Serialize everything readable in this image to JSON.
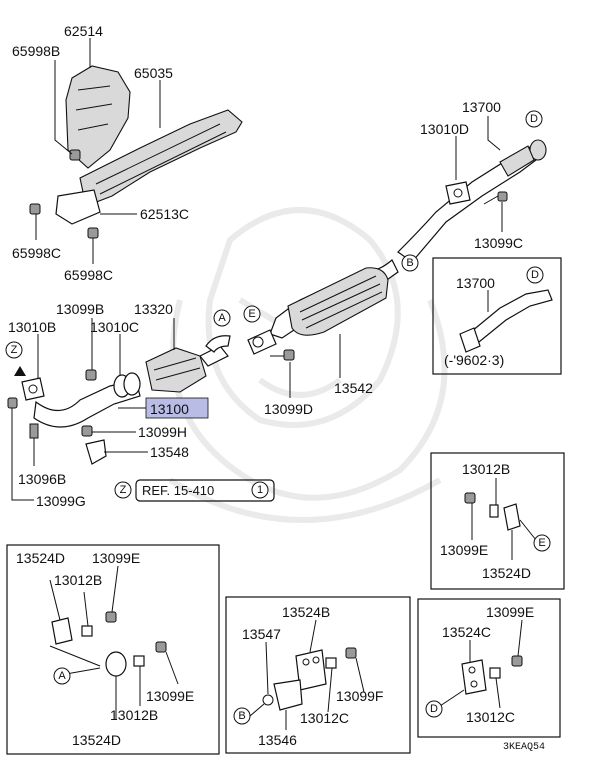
{
  "diagram": {
    "part_labels": {
      "p62514": "62514",
      "p65998B": "65998B",
      "p65035": "65035",
      "p62513C": "62513C",
      "p65998C_a": "65998C",
      "p65998C_b": "65998C",
      "p13700": "13700",
      "p13010D": "13010D",
      "p13099C": "13099C",
      "p13700_inset": "13700",
      "inset_date": "(-'9602·3)",
      "p13099B": "13099B",
      "p13320": "13320",
      "p13010B": "13010B",
      "p13010C": "13010C",
      "p13100": "13100",
      "p13099H": "13099H",
      "p13548": "13548",
      "p13096B": "13096B",
      "p13099G": "13099G",
      "p13542": "13542",
      "p13099D": "13099D",
      "ref_text": "REF. 15-410",
      "ref_num": "1",
      "p13012B_r": "13012B",
      "p13099E_r": "13099E",
      "p13524D_r": "13524D",
      "p13524D_l": "13524D",
      "p13099E_l": "13099E",
      "p13012B_l": "13012B",
      "p13012B_l2": "13012B",
      "p13099E_l2": "13099E",
      "p13524D_l2": "13524D",
      "p13524B": "13524B",
      "p13547": "13547",
      "p13099F": "13099F",
      "p13012C_m": "13012C",
      "p13546": "13546",
      "p13099E_rr": "13099E",
      "p13524C": "13524C",
      "p13012C_rr": "13012C",
      "diagram_code": "3KEAQ54"
    },
    "callouts": {
      "A": "A",
      "B": "B",
      "D": "D",
      "E": "E",
      "Z": "Z"
    }
  }
}
